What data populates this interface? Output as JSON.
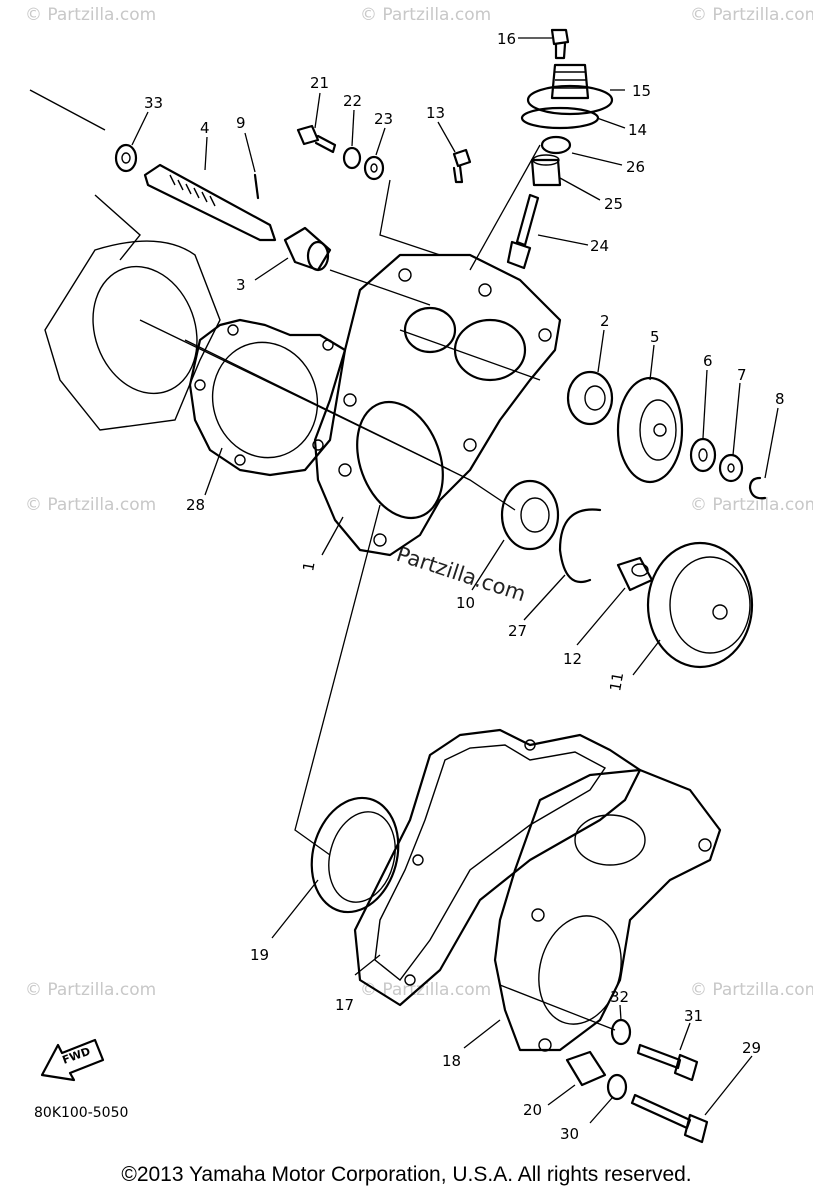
{
  "labels": {
    "p1": "1",
    "p2": "2",
    "p3": "3",
    "p4": "4",
    "p5": "5",
    "p6": "6",
    "p7": "7",
    "p8": "8",
    "p9": "9",
    "p10": "10",
    "p11": "11",
    "p12": "12",
    "p13": "13",
    "p14": "14",
    "p15": "15",
    "p16": "16",
    "p17": "17",
    "p18": "18",
    "p19": "19",
    "p20": "20",
    "p21": "21",
    "p22": "22",
    "p23": "23",
    "p24": "24",
    "p25": "25",
    "p26": "26",
    "p27": "27",
    "p28": "28",
    "p29": "29",
    "p30": "30",
    "p31": "31",
    "p32": "32",
    "p33": "33"
  },
  "fwd_label": "FWD",
  "diagram_code": "80K100-5050",
  "watermark": "© Partzilla.com",
  "center_watermark": "Partzilla.com",
  "copyright": "©2013 Yamaha Motor Corporation, U.S.A. All rights reserved."
}
